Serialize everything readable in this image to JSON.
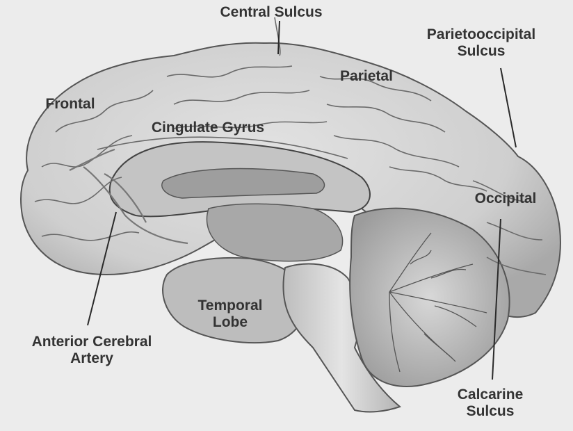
{
  "labels": {
    "central_sulcus": "Central Sulcus",
    "parietooccipital_sulcus": [
      "Parietooccipital",
      "Sulcus"
    ],
    "parietal": "Parietal",
    "frontal": "Frontal",
    "cingulate_gyrus": "Cingulate Gyrus",
    "occipital": "Occipital",
    "temporal_lobe": [
      "Temporal",
      "Lobe"
    ],
    "anterior_cerebral_artery": [
      "Anterior Cerebral",
      "Artery"
    ],
    "calcarine_sulcus": [
      "Calcarine",
      "Sulcus"
    ]
  },
  "colors": {
    "background": "#ececec",
    "brain_fill": "#d2d2d2",
    "brain_shade": "#a8a8a8",
    "gyri_line": "#6a6a6a",
    "text": "#333333"
  }
}
